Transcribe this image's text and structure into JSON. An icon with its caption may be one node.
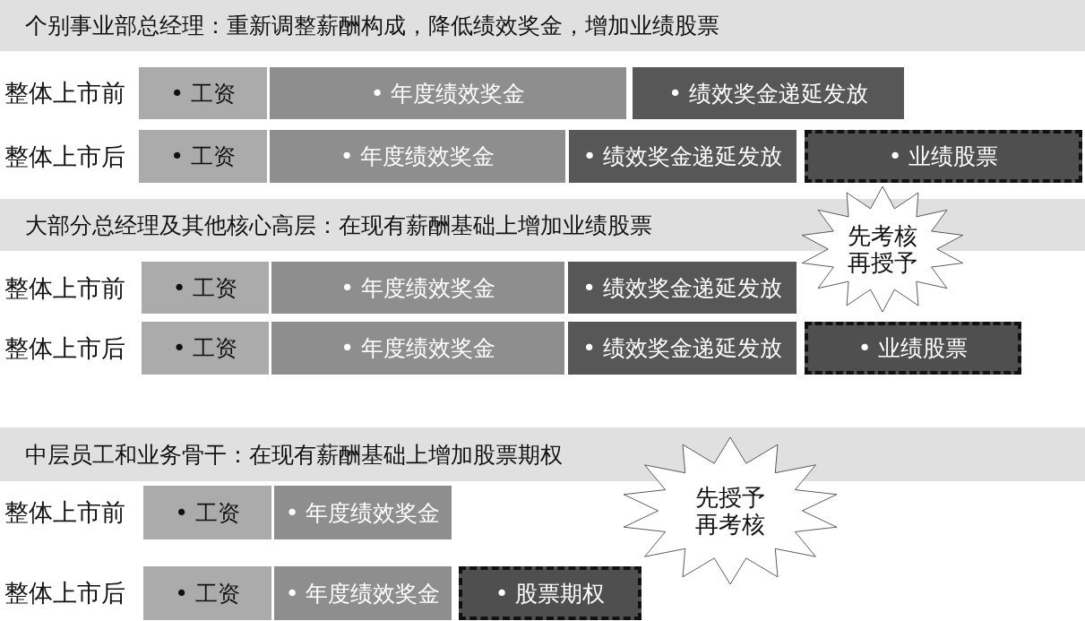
{
  "diagram": {
    "nodes": [
      {
        "text": [
          "个别事业部总经理：重新调整薪酬构成，降低绩效奖金，增加业绩股票"
        ]
      },
      {
        "text": [
          "• 工资"
        ]
      },
      {
        "text": [
          "• 年度绩效奖金"
        ]
      },
      {
        "text": [
          "• 绩效奖金递延发放"
        ]
      },
      {
        "text": [
          "• 工资"
        ]
      },
      {
        "text": [
          "• 年度绩效奖金"
        ]
      },
      {
        "text": [
          "• 绩效奖金递延发放"
        ]
      },
      {
        "text": [
          "• 业绩股票"
        ]
      },
      {
        "text": [
          "大部分总经理及其他核心高层：在现有薪酬基础上增加业绩股票"
        ]
      },
      {
        "text": [
          "先考核再授予"
        ]
      },
      {
        "text": [
          "• 工资"
        ]
      },
      {
        "text": [
          "• 年度绩效奖金"
        ]
      },
      {
        "text": [
          "• 绩效奖金递延发放"
        ]
      },
      {
        "text": [
          "• 工资"
        ]
      },
      {
        "text": [
          "• 年度绩效奖金"
        ]
      },
      {
        "text": [
          "• 绩效奖金递延发放"
        ]
      },
      {
        "text": [
          "• 业绩股票"
        ]
      },
      {
        "text": [
          "中层员工和业务骨干：在现有薪酬基础上增加股票期权"
        ]
      },
      {
        "text": [
          "先授予再考核"
        ]
      },
      {
        "text": [
          "• 工资"
        ]
      },
      {
        "text": [
          "• 年度绩效奖金"
        ]
      },
      {
        "text": [
          "• 工资"
        ]
      },
      {
        "text": [
          "• 年度绩效奖金"
        ]
      },
      {
        "text": [
          "• 股票期权"
        ]
      }
    ],
    "labels": [
      "整体上市前",
      "整体上市后",
      "整体上市前",
      "整体上市后",
      "整体上市前",
      "整体上市后"
    ]
  }
}
